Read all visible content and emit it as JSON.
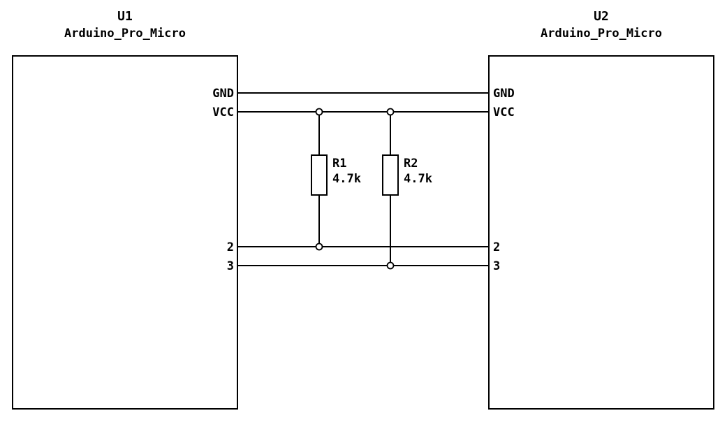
{
  "components": {
    "u1": {
      "ref": "U1",
      "value": "Arduino_Pro_Micro",
      "pins": {
        "gnd": "GND",
        "vcc": "VCC",
        "p2": "2",
        "p3": "3"
      }
    },
    "u2": {
      "ref": "U2",
      "value": "Arduino_Pro_Micro",
      "pins": {
        "gnd": "GND",
        "vcc": "VCC",
        "p2": "2",
        "p3": "3"
      }
    },
    "r1": {
      "ref": "R1",
      "value": "4.7k"
    },
    "r2": {
      "ref": "R2",
      "value": "4.7k"
    }
  },
  "colors": {
    "wire": "#000000",
    "background": "#ffffff"
  }
}
